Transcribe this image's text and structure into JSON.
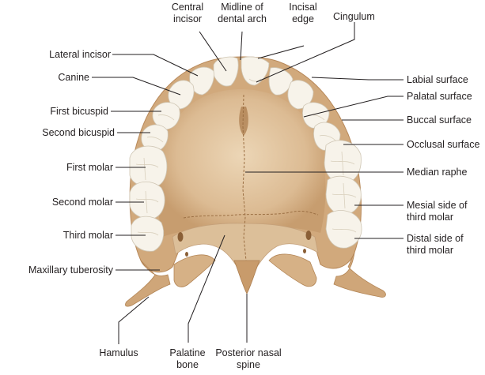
{
  "labels": {
    "central_incisor": [
      "Central",
      "incisor"
    ],
    "midline": [
      "Midline of",
      "dental arch"
    ],
    "incisal_edge": [
      "Incisal",
      "edge"
    ],
    "cingulum": "Cingulum",
    "lateral_incisor": "Lateral incisor",
    "canine": "Canine",
    "first_bicuspid": "First bicuspid",
    "second_bicuspid": "Second bicuspid",
    "first_molar": "First molar",
    "second_molar": "Second molar",
    "third_molar": "Third molar",
    "maxillary_tuberosity": "Maxillary tuberosity",
    "labial_surface": "Labial surface",
    "palatal_surface": "Palatal surface",
    "buccal_surface": "Buccal surface",
    "occlusal_surface": "Occlusal surface",
    "median_raphe": "Median raphe",
    "mesial_side": [
      "Mesial side of",
      "third molar"
    ],
    "distal_side": [
      "Distal side of",
      "third molar"
    ],
    "hamulus": "Hamulus",
    "palatine_bone": [
      "Palatine",
      "bone"
    ],
    "posterior_nasal_spine": [
      "Posterior nasal",
      "spine"
    ]
  },
  "colors": {
    "bone": "#d3ae84",
    "bone_light": "#e6cda9",
    "bone_shadow": "#b98d60",
    "tooth": "#f7f3ea",
    "text": "#231f20"
  }
}
